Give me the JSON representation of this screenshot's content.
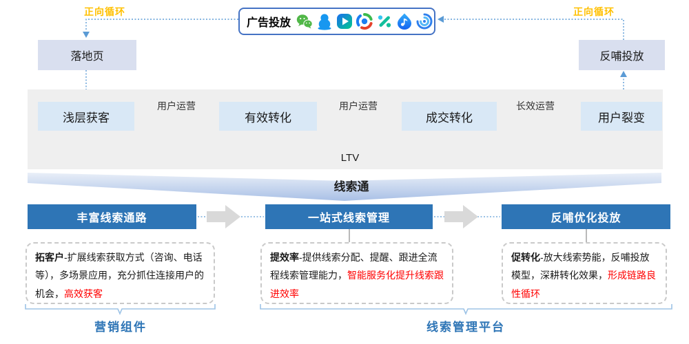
{
  "top": {
    "cycle_label_left": "正向循环",
    "cycle_label_right": "正向循环",
    "ad_box_label": "广告投放",
    "ad_icons": [
      "wechat-icon",
      "qq-icon",
      "tencent-video-icon",
      "qq-browser-icon",
      "weishi-icon",
      "qq-music-icon",
      "youlianghui-icon"
    ],
    "landing_box_label": "落地页",
    "feedback_box_label": "反哺投放"
  },
  "funnel": {
    "stages": [
      "浅层获客",
      "有效转化",
      "成交转化",
      "用户裂变"
    ],
    "arrow_labels": [
      "用户运营",
      "用户运营",
      "长效运营"
    ],
    "bracket_label": "LTV"
  },
  "chevron": {
    "label": "线索通"
  },
  "pillars": [
    {
      "header": "丰富线索通路",
      "bold": "拓客户",
      "text": "-扩展线索获取方式（咨询、电话等），多场景应用，充分抓住连接用户的机会，",
      "highlight": "高效获客"
    },
    {
      "header": "一站式线索管理",
      "bold": "提效率",
      "text": "-提供线索分配、提醒、跟进全流程线索管理能力，",
      "highlight": "智能服务化提升线索跟进效率"
    },
    {
      "header": "反哺优化投放",
      "bold": "促转化",
      "text": "-放大线索势能，反哺投放模型，深耕转化效果，",
      "highlight": "形成链路良性循环"
    }
  ],
  "footer": {
    "left_label": "营销组件",
    "right_label": "线索管理平台"
  },
  "colors": {
    "accent_blue": "#2E75B6",
    "line_blue": "#5B9BD5",
    "bracket_blue": "#9DC3E6",
    "cycle_orange": "#FFC000",
    "highlight_red": "#FF0000",
    "band_gray": "#EFEFEF",
    "stage_fill": "#D9E8F6",
    "side_fill": "#D9DFEF"
  }
}
